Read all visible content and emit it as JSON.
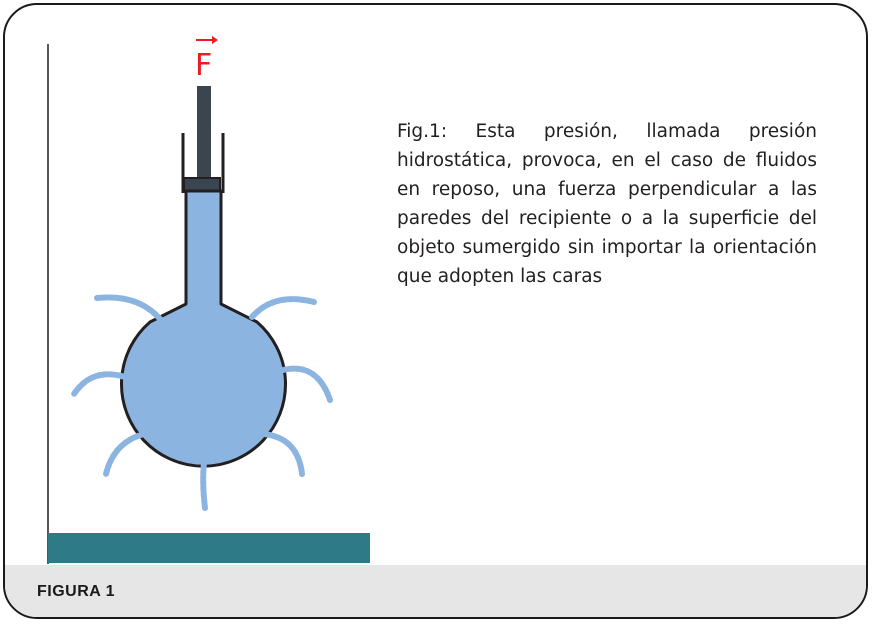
{
  "figure": {
    "label": "FIGURA 1",
    "caption": "Fig.1: Esta presión, llamada presión hidrostática, provoca, en el caso de fluidos en reposo, una fuerza perpendicular a las paredes del recipiente o a la superficie del objeto sumergido sin importar la orientación que adopten las caras"
  },
  "diagram": {
    "force_symbol": "F",
    "colors": {
      "fluid": "#8cb4e0",
      "outline": "#231f20",
      "piston": "#3a454f",
      "ground": "#2e7a86",
      "force": "#ed1c24",
      "jet": "#8cb4e0"
    }
  }
}
